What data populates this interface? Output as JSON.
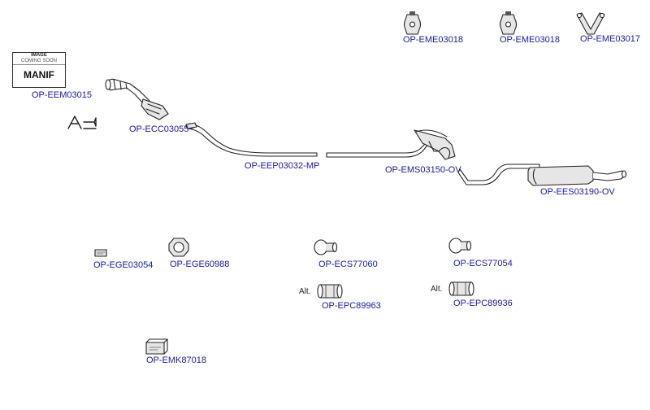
{
  "placeholder": {
    "image_text": "IMAGE",
    "coming_soon_text": "COMING SOON",
    "part_name": "MANIF"
  },
  "parts": {
    "eme03018_a": "OP-EME03018",
    "eme03018_b": "OP-EME03018",
    "eme03017": "OP-EME03017",
    "eem03015": "OP-EEM03015",
    "ecc03055": "OP-ECC03055",
    "eep03032": "OP-EEP03032-MP",
    "ems03150": "OP-EMS03150-OV",
    "ees03190": "OP-EES03190-OV",
    "ege03054": "OP-EGE03054",
    "ege60988": "OP-EGE60988",
    "ecs77060": "OP-ECS77060",
    "ecs77054": "OP-ECS77054",
    "epc89963": "OP-EPC89963",
    "epc89936": "OP-EPC89936",
    "emk87018": "OP-EMK87018"
  },
  "alt_label": "Alt.",
  "colors": {
    "label": "#1a1aa0",
    "line": "#222222",
    "fill": "#e6e6e6"
  },
  "icons": {
    "part_photo_placeholder": "placeholder-thumbnail-icon",
    "mounting_instructions": "mounting-kit-icon",
    "direction": "direction-arrow-icon"
  }
}
